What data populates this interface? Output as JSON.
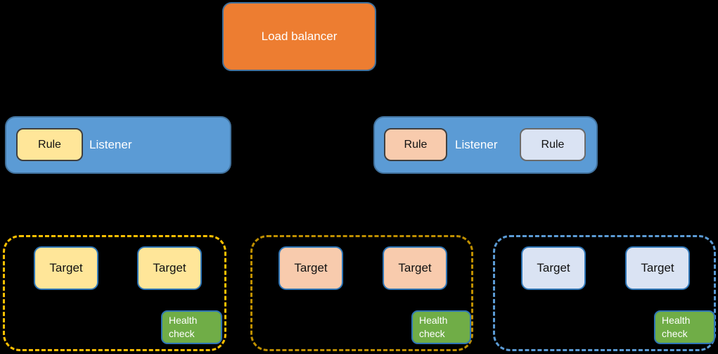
{
  "canvas": {
    "background": "#000000"
  },
  "load_balancer": {
    "label": "Load balancer",
    "fill": "#ED7D31",
    "border": "#41719C"
  },
  "listeners": [
    {
      "label": "Listener",
      "fill": "#5B9BD5",
      "border": "#41719C",
      "rules": [
        {
          "label": "Rule",
          "fill": "#FFE699"
        }
      ]
    },
    {
      "label": "Listener",
      "fill": "#5B9BD5",
      "border": "#41719C",
      "rules": [
        {
          "label": "Rule",
          "fill": "#F8CBAD"
        },
        {
          "label": "Rule",
          "fill": "#DAE3F3"
        }
      ]
    }
  ],
  "target_groups": [
    {
      "border_color": "#FFC000",
      "targets": [
        {
          "label": "Target",
          "fill": "#FFE699"
        },
        {
          "label": "Target",
          "fill": "#FFE699"
        }
      ],
      "health_check": {
        "label": "Health check",
        "fill": "#70AD47"
      }
    },
    {
      "border_color": "#BF8F00",
      "targets": [
        {
          "label": "Target",
          "fill": "#F8CBAD"
        },
        {
          "label": "Target",
          "fill": "#F8CBAD"
        }
      ],
      "health_check": {
        "label": "Health check",
        "fill": "#70AD47"
      }
    },
    {
      "border_color": "#5B9BD5",
      "targets": [
        {
          "label": "Target",
          "fill": "#DAE3F3"
        },
        {
          "label": "Target",
          "fill": "#DAE3F3"
        }
      ],
      "health_check": {
        "label": "Health check",
        "fill": "#70AD47"
      }
    }
  ]
}
